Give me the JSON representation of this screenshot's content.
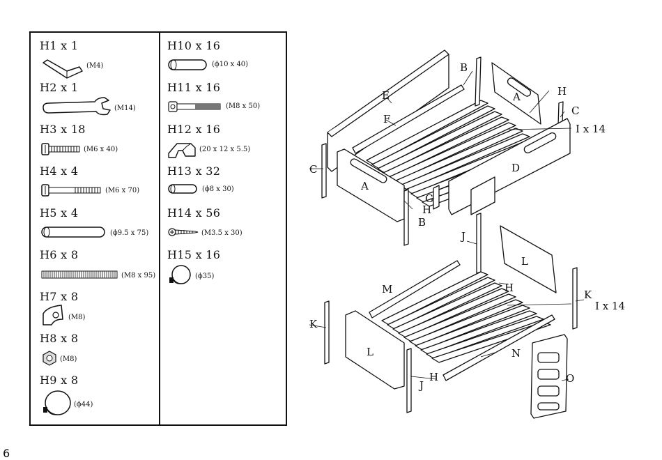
{
  "hardware": [
    {
      "id": "h1",
      "title": "H1 x 1",
      "spec": "(M4)",
      "icon": "allen-key-icon"
    },
    {
      "id": "h2",
      "title": "H2 x 1",
      "spec": "(M14)",
      "icon": "wrench-icon"
    },
    {
      "id": "h3",
      "title": "H3 x 18",
      "spec": "(M6 x 40)",
      "icon": "bolt-icon"
    },
    {
      "id": "h4",
      "title": "H4 x 4",
      "spec": "(M6 x 70)",
      "icon": "long-bolt-icon"
    },
    {
      "id": "h5",
      "title": "H5 x 4",
      "spec": "(ϕ9.5 x 75)",
      "icon": "dowel-icon"
    },
    {
      "id": "h6",
      "title": "H6 x 8",
      "spec": "(M8 x 95)",
      "icon": "threaded-rod-icon"
    },
    {
      "id": "h7",
      "title": "H7 x 8",
      "spec": "(M8)",
      "icon": "barrel-nut-icon"
    },
    {
      "id": "h8",
      "title": "H8 x 8",
      "spec": "(M8)",
      "icon": "hex-nut-icon"
    },
    {
      "id": "h9",
      "title": "H9 x 8",
      "spec": "(ϕ44)",
      "icon": "cap-cover-icon"
    },
    {
      "id": "h10",
      "title": "H10 x 16",
      "spec": "(ϕ10 x 40)",
      "icon": "dowel-icon"
    },
    {
      "id": "h11",
      "title": "H11 x 16",
      "spec": "(M8 x 50)",
      "icon": "bolt-icon"
    },
    {
      "id": "h12",
      "title": "H12 x 16",
      "spec": "(20 x 12 x 5.5)",
      "icon": "bracket-icon"
    },
    {
      "id": "h13",
      "title": "H13 x 32",
      "spec": "(ϕ8 x 30)",
      "icon": "dowel-icon"
    },
    {
      "id": "h14",
      "title": "H14 x 56",
      "spec": "(M3.5 x 30)",
      "icon": "screw-icon"
    },
    {
      "id": "h15",
      "title": "H15 x 16",
      "spec": "(ϕ35)",
      "icon": "cap-cover-icon"
    }
  ],
  "diagram_labels": {
    "top": {
      "A1": "A",
      "A2": "A",
      "B1": "B",
      "B2": "B",
      "C1": "C",
      "C2": "C",
      "D": "D",
      "E": "E",
      "F": "F",
      "G": "G",
      "H1": "H",
      "H2": "H",
      "I": "I x 14"
    },
    "bottom": {
      "J1": "J",
      "J2": "J",
      "K1": "K",
      "K2": "K",
      "L1": "L",
      "L2": "L",
      "M": "M",
      "N": "N",
      "O": "O",
      "H1": "H",
      "H2": "H",
      "I": "I x 14"
    }
  },
  "page_number": "6"
}
